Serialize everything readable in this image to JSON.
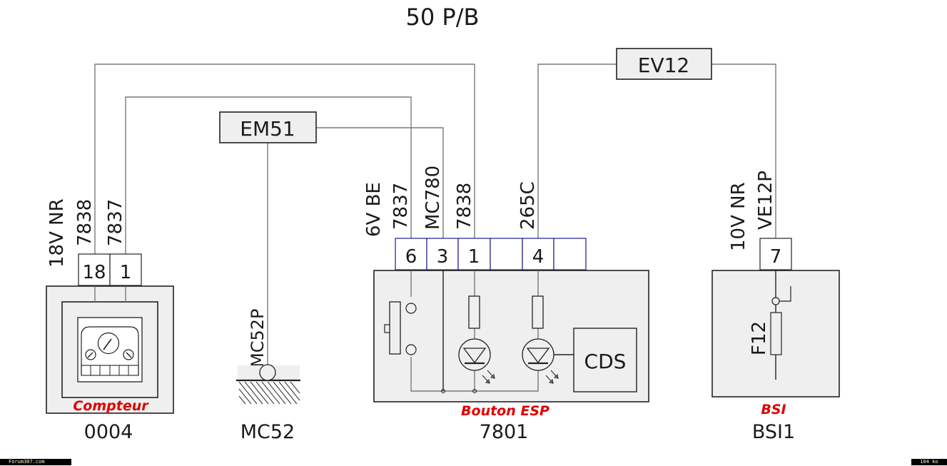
{
  "title": "50 P/B",
  "relays": {
    "em51": "EM51",
    "ev12": "EV12"
  },
  "compteur": {
    "name": "Compteur",
    "code": "0004",
    "connector_pins": [
      "18",
      "1"
    ],
    "wire_labels": {
      "connector": "18V NR",
      "wire_18": "7838",
      "wire_1": "7837"
    }
  },
  "ground": {
    "code": "MC52",
    "wire_label": "MC52P"
  },
  "bouton_esp": {
    "name": "Bouton ESP",
    "code": "7801",
    "connector_pins": [
      "6",
      "3",
      "1",
      "",
      "4",
      ""
    ],
    "wire_labels": {
      "connector": "6V BE",
      "wire_6": "7837",
      "wire_3": "MC780",
      "wire_1": "7838",
      "wire_4": "265C"
    },
    "cds_label": "CDS"
  },
  "bsi": {
    "name": "BSI",
    "code": "BSI1",
    "connector_pins": [
      "7"
    ],
    "wire_labels": {
      "connector": "10V NR",
      "wire_7": "VE12P"
    },
    "fuse_label": "F12"
  },
  "footer": {
    "left": "Forum307.com",
    "right": "104 ko"
  }
}
